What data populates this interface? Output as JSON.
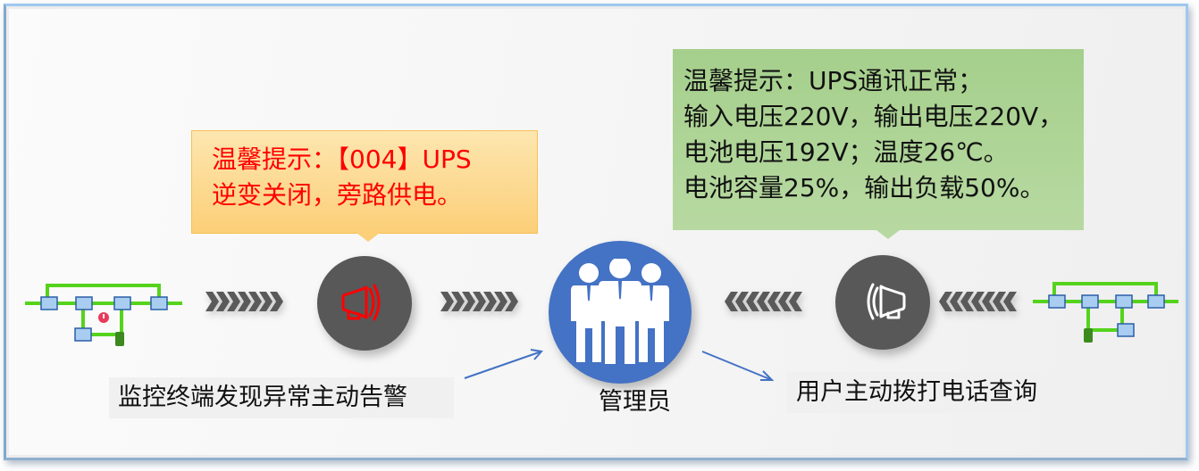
{
  "alert_bubble": {
    "line1": "温馨提示：【004】UPS",
    "line2": "逆变关闭，旁路供电。",
    "bg_color": "#fcd98a",
    "text_color": "#ff0000"
  },
  "status_bubble": {
    "line1": "温馨提示：UPS通讯正常；",
    "line2": "输入电压220V，输出电压220V，",
    "line3": "电池电压192V；温度26℃。",
    "line4": "电池容量25%，输出负载50%。",
    "bg_color": "#aed596"
  },
  "nodes": {
    "left_ups": {
      "icon": "ups-diagram-alarm-icon"
    },
    "alarm_megaphone": {
      "icon": "megaphone-icon",
      "icon_color": "#ff0000"
    },
    "admin": {
      "icon": "people-group-icon",
      "label": "管理员",
      "color": "#4472c4"
    },
    "query_megaphone": {
      "icon": "megaphone-icon",
      "icon_color": "#ffffff"
    },
    "right_ups": {
      "icon": "ups-diagram-icon"
    }
  },
  "labels": {
    "left": "监控终端发现异常主动告警",
    "right": "用户主动拨打电话查询"
  }
}
